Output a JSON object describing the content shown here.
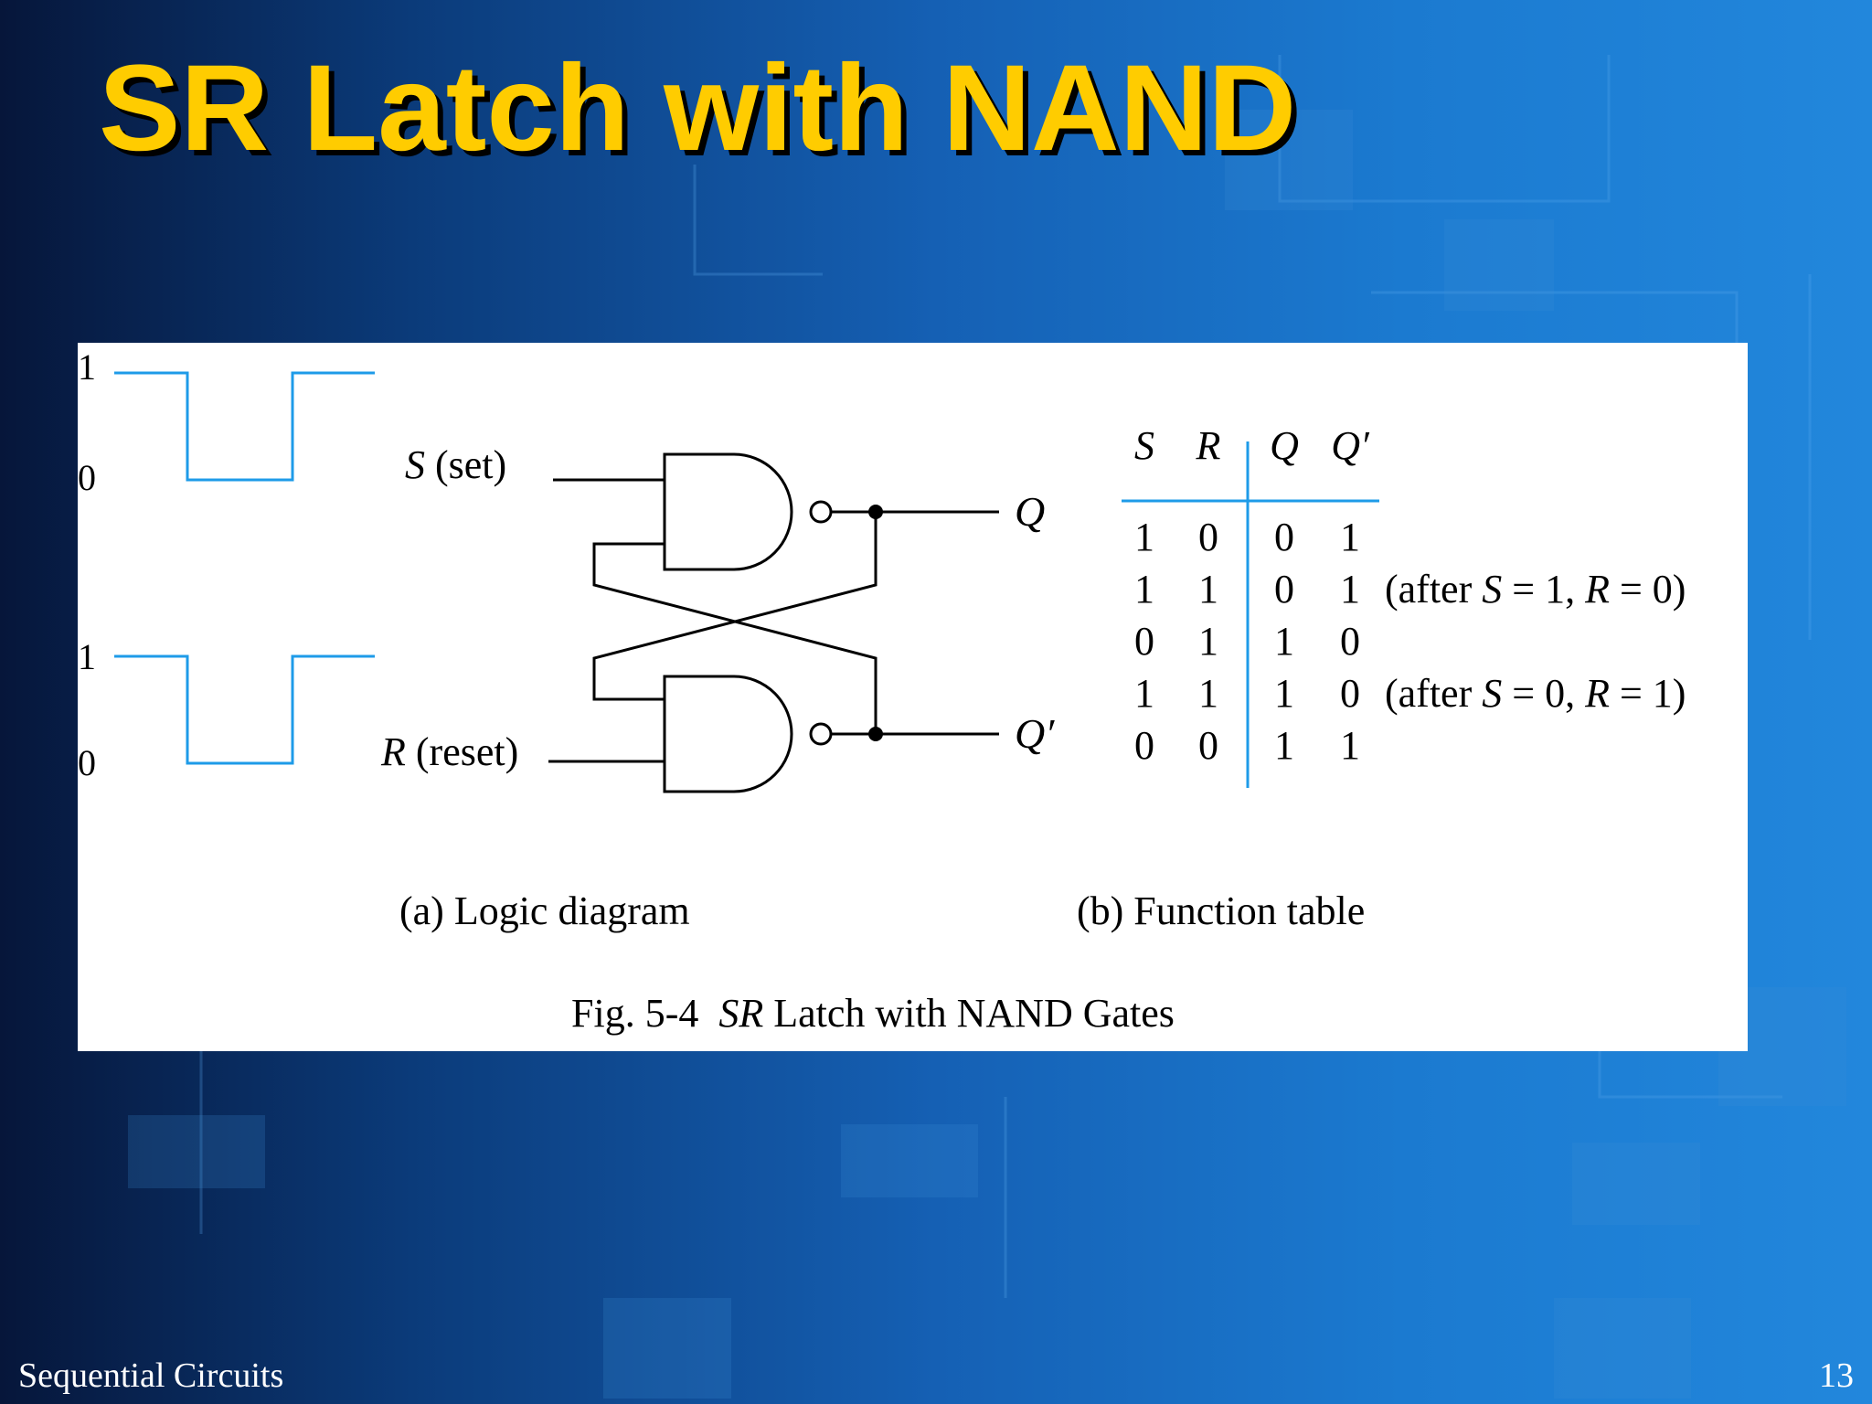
{
  "slide": {
    "title": "SR Latch with NAND",
    "footer_left": "Sequential Circuits",
    "page_number": "13"
  },
  "figure": {
    "waveform_s": {
      "high_label": "1",
      "low_label": "0"
    },
    "waveform_r": {
      "high_label": "1",
      "low_label": "0"
    },
    "logic_diagram": {
      "input_s_var": "S",
      "input_s_desc": " (set)",
      "input_r_var": "R",
      "input_r_desc": " (reset)",
      "output_q": "Q",
      "output_q_prime": "Q′",
      "caption": "(a) Logic diagram"
    },
    "function_table": {
      "headers": [
        "S",
        "R",
        "Q",
        "Q′"
      ],
      "rows": [
        {
          "cells": [
            "1",
            "0",
            "0",
            "1"
          ],
          "note": ""
        },
        {
          "cells": [
            "1",
            "1",
            "0",
            "1"
          ],
          "note_parts": [
            "(after ",
            "S",
            " = 1, ",
            "R",
            " = 0)"
          ]
        },
        {
          "cells": [
            "0",
            "1",
            "1",
            "0"
          ],
          "note": ""
        },
        {
          "cells": [
            "1",
            "1",
            "1",
            "0"
          ],
          "note_parts": [
            "(after ",
            "S",
            " = 0, ",
            "R",
            " = 1)"
          ]
        },
        {
          "cells": [
            "0",
            "0",
            "1",
            "1"
          ],
          "note": ""
        }
      ],
      "caption": "(b) Function table"
    },
    "figure_caption": {
      "prefix": "Fig. 5-4  ",
      "italic": "SR",
      "suffix": " Latch with NAND Gates"
    }
  },
  "colors": {
    "title": "#ffcc00",
    "waveform": "#1e9be8",
    "table_rule": "#1e9be8"
  }
}
